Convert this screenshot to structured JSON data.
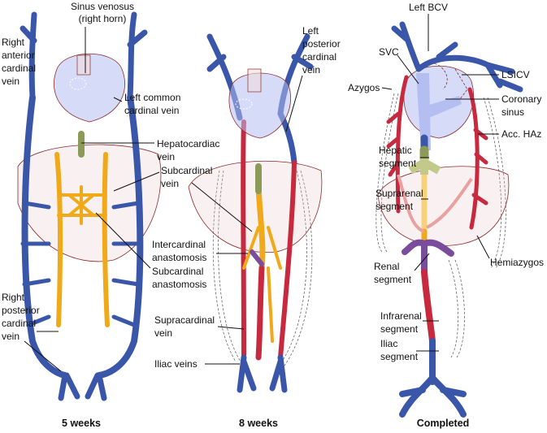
{
  "panels": {
    "p1": {
      "title": "5 weeks"
    },
    "p2": {
      "title": "8 weeks"
    },
    "p3": {
      "title": "Completed"
    }
  },
  "labels": {
    "sinus_venosus": [
      "Sinus venosus",
      "(right horn)"
    ],
    "right_anterior_cardinal": [
      "Right",
      "anterior",
      "cardinal",
      "vein"
    ],
    "left_common_cardinal": [
      "Left common",
      "cardinal vein"
    ],
    "hepatocardiac": [
      "Hepatocardiac",
      "vein"
    ],
    "subcardinal": [
      "Subcardinal",
      "vein"
    ],
    "intercardinal_anastomosis": [
      "Intercardinal",
      "anastomosis"
    ],
    "subcardinal_anastomosis": [
      "Subcardinal",
      "anastomosis"
    ],
    "right_posterior_cardinal": [
      "Right",
      "posterior",
      "cardinal",
      "vein"
    ],
    "supracardinal": [
      "Supracardinal",
      "vein"
    ],
    "iliac_veins": [
      "Iliac veins"
    ],
    "left_posterior_cardinal": [
      "Left",
      "posterior",
      "cardinal",
      "vein"
    ],
    "left_bcv": [
      "Left BCV"
    ],
    "svc": [
      "SVC"
    ],
    "lsicv": [
      "LSICV"
    ],
    "azygos": [
      "Azygos"
    ],
    "coronary_sinus": [
      "Coronary",
      "sinus"
    ],
    "acc_haz": [
      "Acc. HAz"
    ],
    "hepatic_segment": [
      "Hepatic",
      "segment"
    ],
    "suprarenal_segment": [
      "Suprarenal",
      "segment"
    ],
    "renal_segment": [
      "Renal",
      "segment"
    ],
    "hemiazygos": [
      "Hemiazygos"
    ],
    "infrarenal_segment": [
      "Infrarenal",
      "segment"
    ],
    "iliac_segment": [
      "Iliac",
      "segment"
    ]
  },
  "colors": {
    "posterior_cardinal": "#3a56a8",
    "supracardinal": "#c7293f",
    "subcardinal": "#f0a919",
    "hepatocardiac": "#8c9a58",
    "renal": "#7a4c9c",
    "heart": "#b4bef0"
  }
}
